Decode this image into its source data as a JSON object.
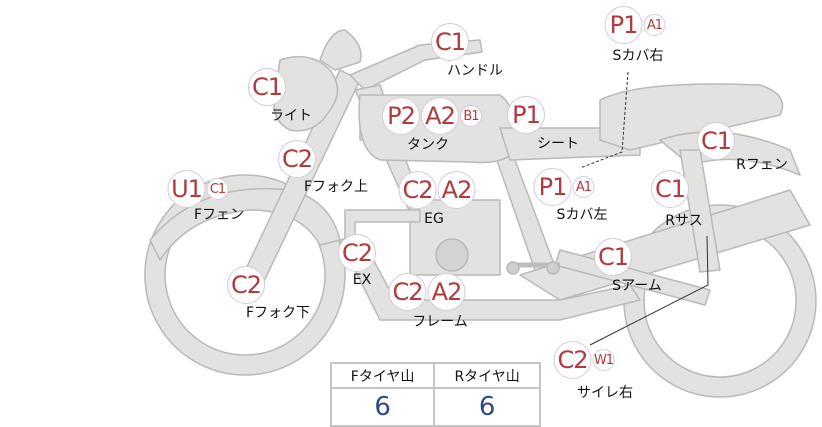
{
  "parts": [
    {
      "label": "ハンドル",
      "badges": [
        {
          "code": "C1",
          "size": "big"
        }
      ]
    },
    {
      "label": "ライト",
      "badges": [
        {
          "code": "C1",
          "size": "big"
        }
      ]
    },
    {
      "label": "タンク",
      "badges": [
        {
          "code": "P2",
          "size": "big"
        },
        {
          "code": "A2",
          "size": "big"
        },
        {
          "code": "B1",
          "size": "small"
        }
      ]
    },
    {
      "label": "シート",
      "badges": [
        {
          "code": "P1",
          "size": "big"
        }
      ]
    },
    {
      "label": "Sカバ右",
      "badges": [
        {
          "code": "P1",
          "size": "big"
        },
        {
          "code": "A1",
          "size": "small"
        }
      ]
    },
    {
      "label": "Rフェン",
      "badges": [
        {
          "code": "C1",
          "size": "big"
        }
      ]
    },
    {
      "label": "Fフォク上",
      "badges": [
        {
          "code": "C2",
          "size": "big"
        }
      ]
    },
    {
      "label": "Fフェン",
      "badges": [
        {
          "code": "U1",
          "size": "big"
        },
        {
          "code": "C1",
          "size": "small"
        }
      ]
    },
    {
      "label": "EG",
      "badges": [
        {
          "code": "C2",
          "size": "big"
        },
        {
          "code": "A2",
          "size": "big"
        }
      ]
    },
    {
      "label": "Sカバ左",
      "badges": [
        {
          "code": "P1",
          "size": "big"
        },
        {
          "code": "A1",
          "size": "small"
        }
      ]
    },
    {
      "label": "Rサス",
      "badges": [
        {
          "code": "C1",
          "size": "big"
        }
      ]
    },
    {
      "label": "EX",
      "badges": [
        {
          "code": "C2",
          "size": "big"
        }
      ]
    },
    {
      "label": "Sアーム",
      "badges": [
        {
          "code": "C1",
          "size": "big"
        }
      ]
    },
    {
      "label": "Fフォク下",
      "badges": [
        {
          "code": "C2",
          "size": "big"
        }
      ]
    },
    {
      "label": "フレーム",
      "badges": [
        {
          "code": "C2",
          "size": "big"
        },
        {
          "code": "A2",
          "size": "big"
        }
      ]
    },
    {
      "label": "サイレ右",
      "badges": [
        {
          "code": "C2",
          "size": "big"
        },
        {
          "code": "W1",
          "size": "small"
        }
      ]
    }
  ],
  "tire_table": {
    "front_label": "Fタイヤ山",
    "rear_label": "Rタイヤ山",
    "front_value": "6",
    "rear_value": "6"
  },
  "colors": {
    "badge_text": "#b03a3e",
    "tire_value": "#2d4a8a",
    "bike_fill": "#e2e2e0"
  }
}
